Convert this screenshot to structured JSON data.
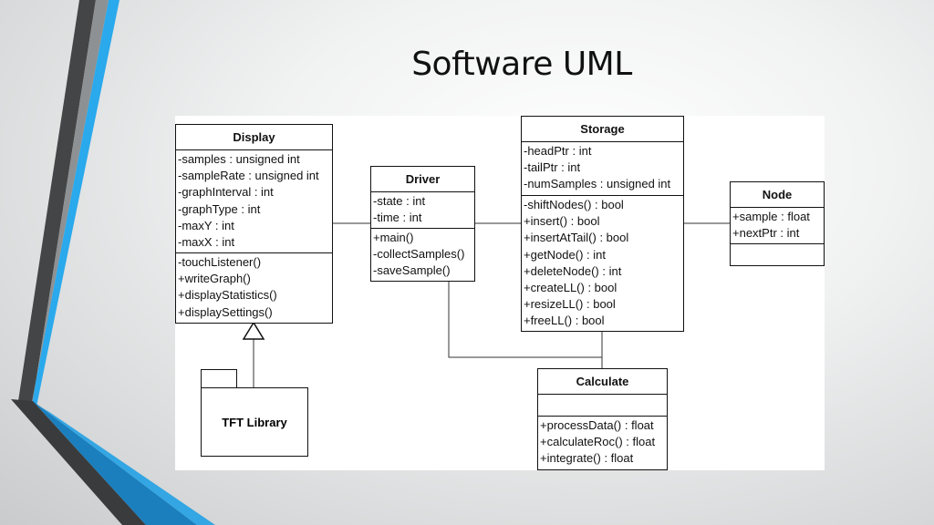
{
  "slide": {
    "title": "Software UML"
  },
  "diagram": {
    "display": {
      "name": "Display",
      "attributes": [
        "-samples : unsigned int",
        "-sampleRate : unsigned int",
        "-graphInterval : int",
        "-graphType : int",
        "-maxY : int",
        "-maxX : int"
      ],
      "methods": [
        "-touchListener()",
        "+writeGraph()",
        "+displayStatistics()",
        "+displaySettings()"
      ]
    },
    "driver": {
      "name": "Driver",
      "attributes": [
        "-state : int",
        "-time : int"
      ],
      "methods": [
        "+main()",
        "-collectSamples()",
        "-saveSample()"
      ]
    },
    "storage": {
      "name": "Storage",
      "attributes": [
        "-headPtr : int",
        "-tailPtr : int",
        "-numSamples : unsigned int"
      ],
      "methods": [
        "-shiftNodes() : bool",
        "+insert() : bool",
        "+insertAtTail() : bool",
        "+getNode() : int",
        "+deleteNode() : int",
        "+createLL() : bool",
        "+resizeLL() : bool",
        "+freeLL() : bool"
      ]
    },
    "node": {
      "name": "Node",
      "attributes": [
        "+sample : float",
        "+nextPtr : int"
      ],
      "methods": []
    },
    "calculate": {
      "name": "Calculate",
      "attributes": [],
      "methods": [
        "+processData() : float",
        "+calculateRoc() : float",
        "+integrate() : float"
      ]
    },
    "tft_library": {
      "name": "TFT Library"
    }
  },
  "theme": {
    "accent_blue": "#1ea1e6",
    "dark_blue": "#1878b4",
    "dark_gray": "#3f3f40"
  }
}
